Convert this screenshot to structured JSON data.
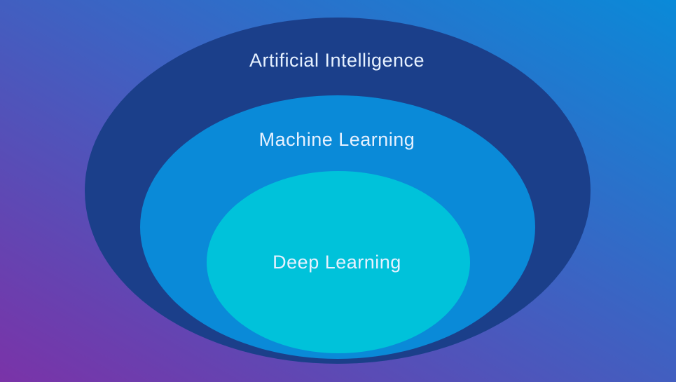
{
  "diagram": {
    "type": "nested-ellipses",
    "layers": [
      {
        "label": "Artificial Intelligence",
        "color": "#1b3f8a"
      },
      {
        "label": "Machine Learning",
        "color": "#0a8ad8"
      },
      {
        "label": "Deep Learning",
        "color": "#00c2da"
      }
    ],
    "label_color": "#e6f1ff",
    "background": {
      "top_right": "#0a8ad8",
      "bottom_left": "#7a33a8"
    }
  }
}
